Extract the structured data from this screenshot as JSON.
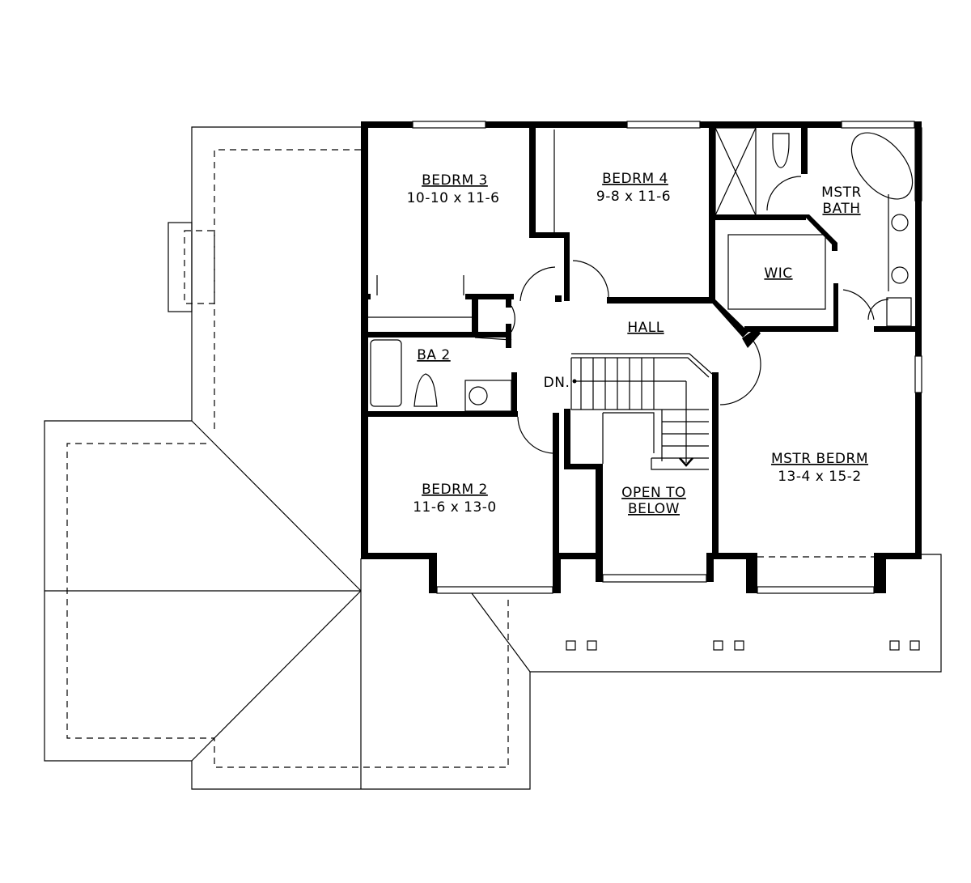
{
  "rooms": {
    "bedrm3": {
      "name": "BEDRM 3",
      "size": "10-10 x 11-6"
    },
    "bedrm4": {
      "name": "BEDRM 4",
      "size": "9-8 x 11-6"
    },
    "mstr_bath": {
      "name_line1": "MSTR",
      "name_line2": "BATH"
    },
    "wic": {
      "name": "WIC"
    },
    "hall": {
      "name": "HALL"
    },
    "ba2": {
      "name": "BA 2"
    },
    "stairs": {
      "label": "DN."
    },
    "bedrm2": {
      "name": "BEDRM 2",
      "size": "11-6 x 13-0"
    },
    "open_to_below": {
      "line1": "OPEN TO",
      "line2": "BELOW"
    },
    "mstr_bedrm": {
      "name": "MSTR BEDRM",
      "size": "13-4 x 15-2"
    }
  }
}
